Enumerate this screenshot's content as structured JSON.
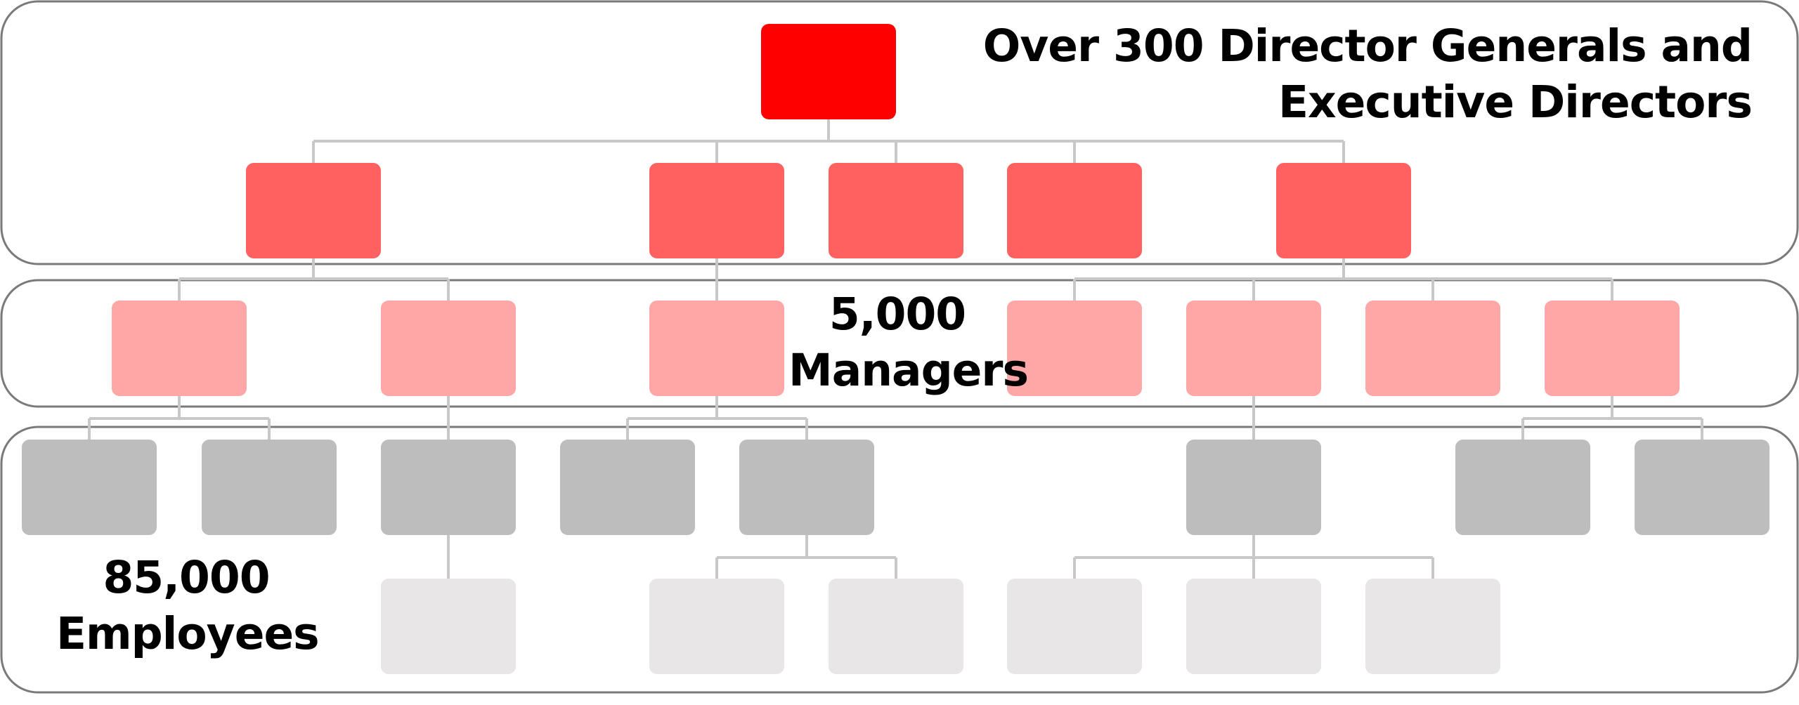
{
  "colors": {
    "frame_stroke": "#7a7a7a",
    "connector": "#c8c8c8",
    "level1": "#ff0000",
    "level2": "#ff6161",
    "level3": "#ffa6a6",
    "level4": "#bdbdbd",
    "level5": "#e8e6e6"
  },
  "labels": {
    "top": {
      "line1": "Over 300 Director Generals and",
      "line2": "Executive Directors"
    },
    "middle": {
      "line1": "5,000",
      "line2": "Managers"
    },
    "bottom": {
      "line1": "85,000",
      "line2": "Employees"
    }
  }
}
